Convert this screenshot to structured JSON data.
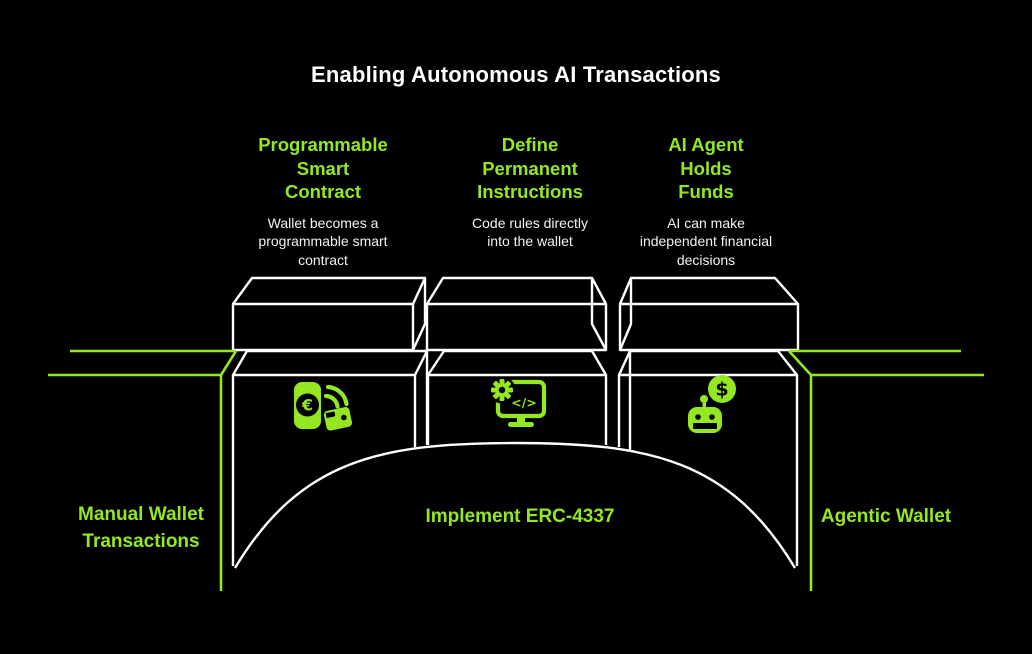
{
  "title": "Enabling Autonomous AI Transactions",
  "columns": [
    {
      "heading": "Programmable\nSmart\nContract",
      "description": "Wallet becomes a\nprogrammable smart\ncontract",
      "icon": "smartwatch-contactless-payment-icon"
    },
    {
      "heading": "Define\nPermanent\nInstructions",
      "description": "Code rules directly\ninto the wallet",
      "icon": "monitor-code-gear-icon"
    },
    {
      "heading": "AI Agent\nHolds\nFunds",
      "description": "AI can make\nindependent financial\ndecisions",
      "icon": "robot-dollar-coin-icon"
    }
  ],
  "bridge": {
    "left_label": "Manual Wallet\nTransactions",
    "center_label": "Implement ERC-4337",
    "right_label": "Agentic Wallet"
  },
  "icon_glyphs": {
    "euro": "€",
    "code": "</>",
    "dollar": "$"
  },
  "colors": {
    "background": "#000000",
    "accent_green": "#93E821",
    "line_white": "#FFFFFF",
    "text_white": "#F2F2F2"
  }
}
